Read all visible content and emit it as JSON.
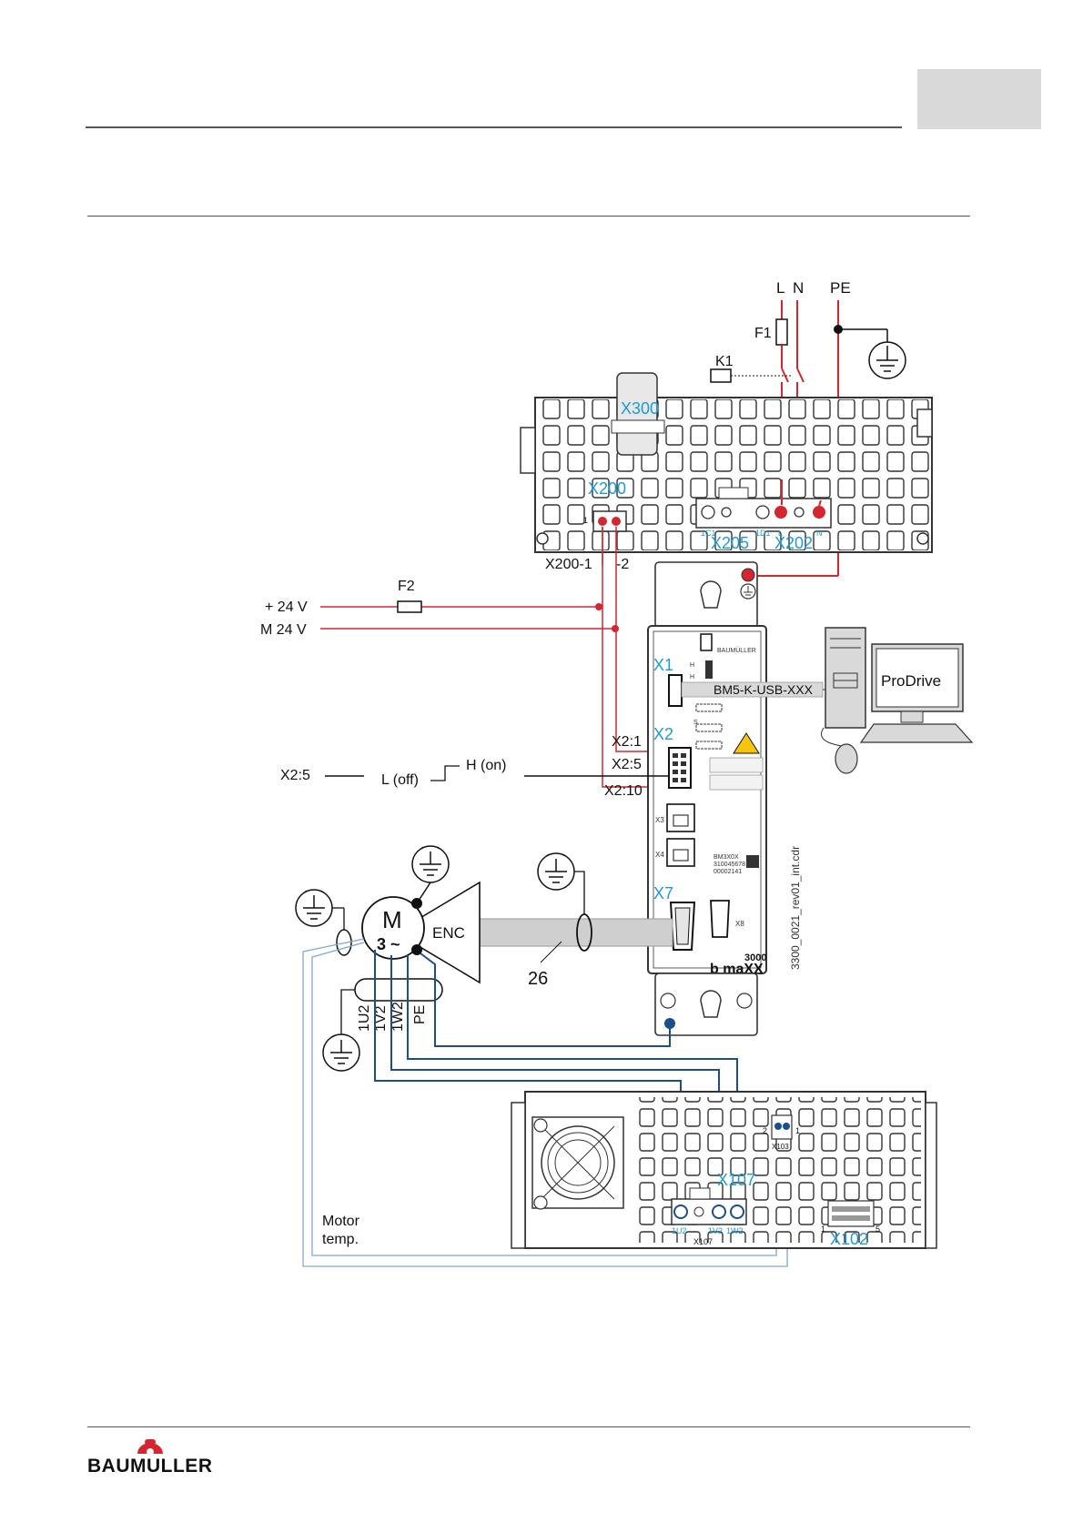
{
  "header": {
    "top_rule": "",
    "tab_box": ""
  },
  "diagram": {
    "colors": {
      "mains": "#d4262f",
      "motor": "#1a4e8c",
      "temp": "#7fa7d4",
      "label_blue": "#1e9ad6",
      "housing": "#333333",
      "cable": "#cfcfcf"
    },
    "mains_labels": {
      "L": "L",
      "N": "N",
      "PE": "PE",
      "F1": "F1",
      "K1": "K1"
    },
    "supply_labels": {
      "plus24": "+ 24 V",
      "m24": "M 24 V",
      "F2": "F2"
    },
    "connectors": {
      "X300": "X300",
      "X200": "X200",
      "X205": "X205",
      "X202": "X202",
      "X200_1": "X200-1",
      "X200_2": "-2",
      "X1": "X1",
      "X2": "X2",
      "X7": "X7",
      "X107": "X107",
      "X102": "X102",
      "X2_1": "X2:1",
      "X2_5": "X2:5",
      "X2_10": "X2:10",
      "X2_5_left": "X2:5"
    },
    "terminal_small": {
      "t1C1": "1C1",
      "t1D1": "1D1",
      "tL": "L",
      "tN": "N",
      "pin1": "1",
      "t1U2": "1U2",
      "t1V2": "1V2",
      "t1W2": "1W2",
      "x107_small": "X107",
      "x103_small": "X103",
      "x103_pin2": "2",
      "x103_pin1": "1",
      "x102_pin1": "1",
      "x102_pin5": "5",
      "brand_small": "BAUMÜLLER",
      "bm_label_1": "BM3X0X",
      "bm_label_2": "310045678",
      "bm_label_3": "00002141",
      "x3": "X3",
      "x4": "X4",
      "x8": "X8",
      "s": "S",
      "h": "H"
    },
    "signal": {
      "H_on": "H (on)",
      "L_off": "L (off)"
    },
    "motor": {
      "M": "M",
      "phase": "3 ~",
      "ENC": "ENC",
      "cable_no": "26",
      "w1U2": "1U2",
      "w1V2": "1V2",
      "w1W2": "1W2",
      "wPE": "PE",
      "temp_line1": "Motor",
      "temp_line2": "temp."
    },
    "pc": {
      "software": "ProDrive",
      "cable": "BM5-K-USB-XXX"
    },
    "device": {
      "model_num": "3000",
      "model": "b maXX"
    },
    "file_ref": "3300_0021_rev01_int.cdr"
  },
  "footer": {
    "brand": "BAUMULLER"
  }
}
